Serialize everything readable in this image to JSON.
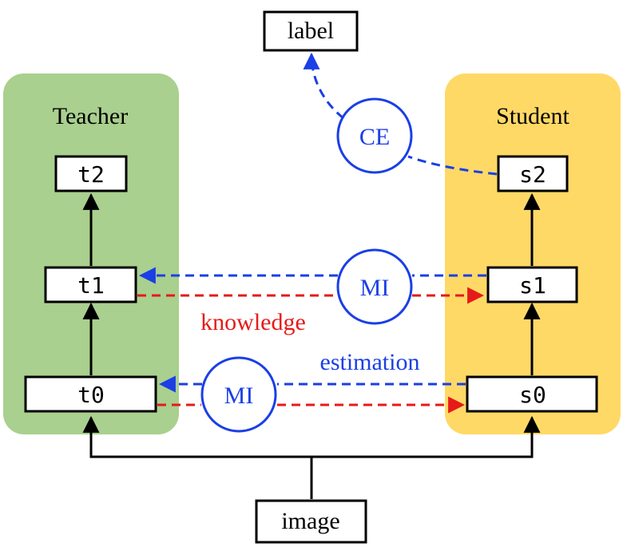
{
  "teacher": {
    "title": "Teacher",
    "color": "#a9d08e",
    "layers": {
      "t0": "t0",
      "t1": "t1",
      "t2": "t2"
    }
  },
  "student": {
    "title": "Student",
    "color": "#ffd966",
    "layers": {
      "s0": "s0",
      "s1": "s1",
      "s2": "s2"
    }
  },
  "input": {
    "label": "image"
  },
  "target": {
    "label": "label"
  },
  "nodes": {
    "ce": "CE",
    "mi_upper": "MI",
    "mi_lower": "MI"
  },
  "annotations": {
    "knowledge": "knowledge",
    "estimation": "estimation"
  },
  "colors": {
    "blue": "#1a3fe6",
    "red": "#e61a1a",
    "black": "#000000"
  }
}
